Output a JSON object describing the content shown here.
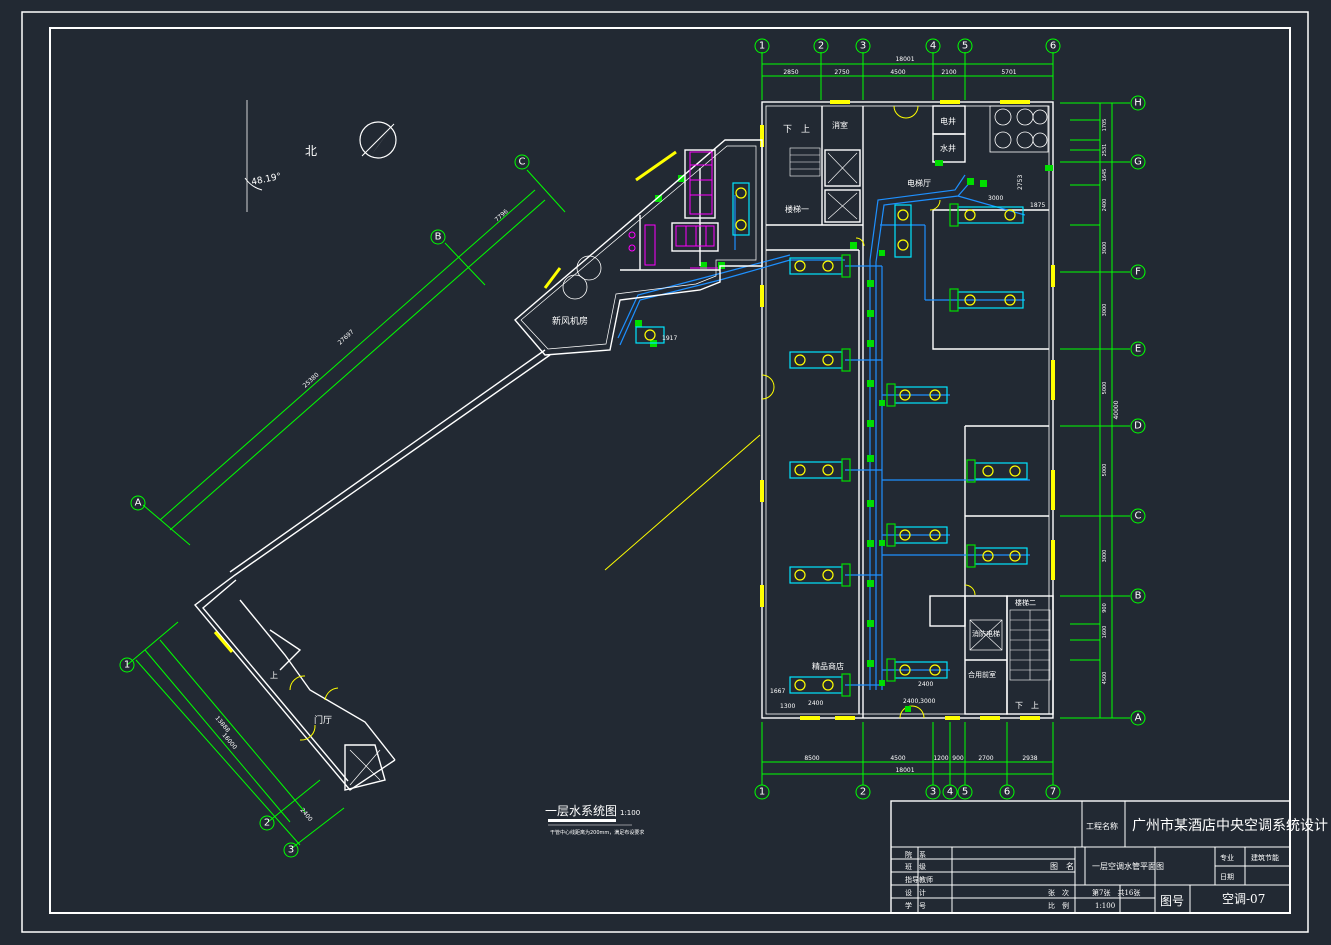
{
  "drawing": {
    "title": "一层水系统图",
    "scale": "1:100",
    "note": "干管中心线距离为200mm，满足布设要求",
    "north_label": "北",
    "angle_label": "48.19°"
  },
  "column_axes_top": [
    "1",
    "2",
    "3",
    "4",
    "5",
    "6"
  ],
  "top_dims": {
    "total": "18001",
    "segments": [
      "2850",
      "2750",
      "4500",
      "2100",
      "5701"
    ]
  },
  "column_axes_bottom": [
    "1",
    "2",
    "3",
    "4",
    "5",
    "6",
    "7"
  ],
  "bottom_dims": {
    "total": "18001",
    "segments": [
      "8500",
      "4500",
      "1200",
      "900",
      "2700",
      "2938"
    ]
  },
  "row_axes": [
    "H",
    "G",
    "F",
    "E",
    "D",
    "C",
    "B",
    "A"
  ],
  "right_dims": {
    "total": "40000",
    "segments": [
      "1705",
      "2531",
      "1645",
      "2400",
      "3000",
      "3000",
      "5000",
      "5000",
      "3000",
      "900",
      "1600",
      "4500"
    ]
  },
  "skew_axes": {
    "upper": [
      "C",
      "B",
      "A"
    ],
    "lower": [
      "1",
      "2",
      "3"
    ],
    "dims_upper": [
      "7796",
      "27697",
      "25380"
    ],
    "dims_lower": [
      "13888",
      "16000",
      "2400"
    ]
  },
  "rooms": {
    "stair_down": "下　上",
    "guard": "消室",
    "elevator_hall": "电梯厅",
    "elec_shaft": "电井",
    "water_shaft": "水井",
    "stair1": "楼梯一",
    "fresh_air_room": "新风机房",
    "shop": "精品商店",
    "lobby": "门厅",
    "up_label": "上",
    "stair2": "楼梯二",
    "freight_elevator": "消防电梯",
    "duty_room": "合用前室",
    "down_up": "下　上"
  },
  "dims_small": [
    "1917",
    "3000",
    "1875",
    "2753",
    "2400",
    "2400",
    "1667",
    "1300",
    "2400,3000"
  ],
  "title_block": {
    "project_label": "工程名称",
    "project_name": "广州市某酒店中央空调系统设计",
    "rows_left": [
      "院　系",
      "班　级",
      "指导教师",
      "设　计",
      "学　号"
    ],
    "drawing_name_label": "图　名",
    "drawing_name": "一层空调水管平面图",
    "major_label": "专业",
    "major_value": "建筑节能",
    "date_label": "日期",
    "sheet_label": "张　次",
    "sheet_value": "第7张　共16张",
    "scale_label": "比　例",
    "scale_value": "1:100",
    "fig_label": "图号",
    "fig_value": "空调-07"
  },
  "colors": {
    "background": "#222933",
    "wall": "#ffffff",
    "axis": "#00ff00",
    "pipe": "#1e90ff",
    "pipe_fitting": "#00dd00",
    "magenta": "#ff00ff",
    "yellow": "#ffff00",
    "fcu": "#00e5ff"
  }
}
